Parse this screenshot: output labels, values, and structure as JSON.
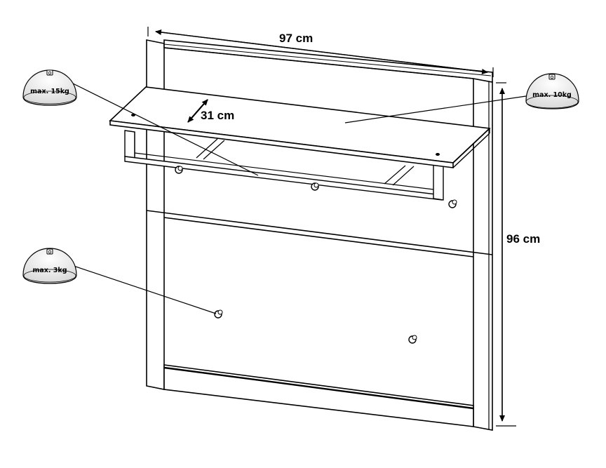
{
  "dimensions": {
    "width": "97 cm",
    "depth": "31 cm",
    "height": "96 cm"
  },
  "weights": {
    "shelf_top": "max. 15kg",
    "shelf_right": "max. 10kg",
    "hook": "max. 3kg"
  },
  "icons": {
    "weight_badge": "weight-icon",
    "arrow": "arrow-icon"
  },
  "colors": {
    "line": "#000000",
    "badge_fill": "#f3f3f3",
    "background": "#ffffff"
  }
}
